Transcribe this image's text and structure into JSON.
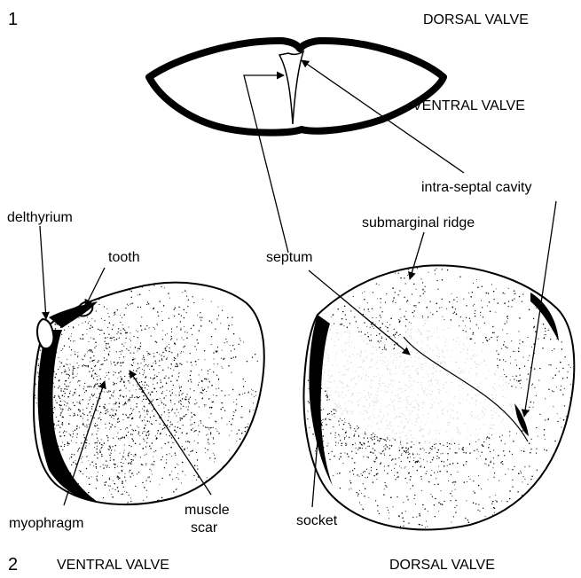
{
  "figure_1": {
    "number": "1",
    "dorsal_valve_label": "DORSAL VALVE",
    "ventral_valve_label": "VENTRAL VALVE"
  },
  "figure_2": {
    "number": "2",
    "ventral_valve_caption": "VENTRAL VALVE",
    "dorsal_valve_caption": "DORSAL VALVE"
  },
  "labels": {
    "delthyrium": "delthyrium",
    "tooth": "tooth",
    "septum": "septum",
    "submarginal_ridge": "submarginal ridge",
    "intra_septal_cavity": "intra-septal cavity",
    "myophragm": "myophragm",
    "muscle_scar_line1": "muscle",
    "muscle_scar_line2": "scar",
    "socket": "socket"
  },
  "colors": {
    "ink": "#000000",
    "paper": "#ffffff"
  }
}
